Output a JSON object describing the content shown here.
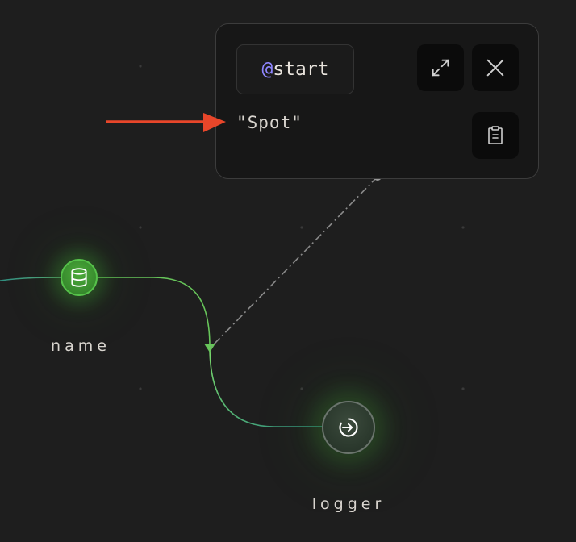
{
  "canvas": {
    "background": "#1e1e1e",
    "nodes": [
      {
        "label": "name",
        "icon": "database-icon",
        "color": "#3a8f2f"
      },
      {
        "label": "logger",
        "icon": "sign-in-icon",
        "color": "#2c3a2e"
      }
    ]
  },
  "popover": {
    "variable_prefix": "@",
    "variable_name": "start",
    "value": "\"Spot\"",
    "buttons": [
      {
        "icon": "expand-icon"
      },
      {
        "icon": "close-icon"
      },
      {
        "icon": "clipboard-icon"
      }
    ]
  },
  "annotation": {
    "icon": "red-arrow",
    "color": "#e8462a"
  },
  "colors": {
    "edge": "#67c55a",
    "edge_teal": "#2f8e80",
    "accent_purple": "#8f86ff",
    "link_line": "#8a8a8a"
  }
}
